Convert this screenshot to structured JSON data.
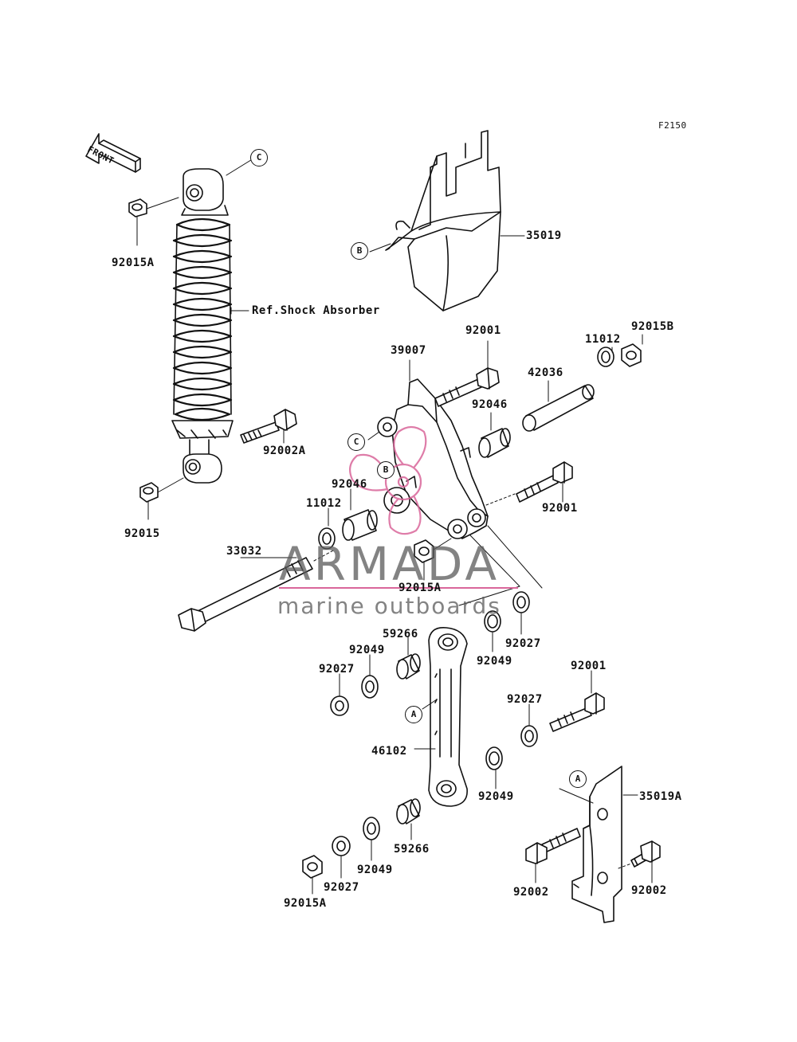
{
  "figure_code": "F2150",
  "front_arrow_text": "FRONT",
  "ref_note": "Ref.Shock Absorber",
  "callouts": {
    "a": "A",
    "b": "B",
    "c": "C"
  },
  "parts": {
    "p35019": "35019",
    "p35019A": "35019A",
    "p92001": "92001",
    "p92015A": "92015A",
    "p92015B": "92015B",
    "p92015": "92015",
    "p11012": "11012",
    "p39007": "39007",
    "p42036": "42036",
    "p92046": "92046",
    "p92002A": "92002A",
    "p33032": "33032",
    "p92027": "92027",
    "p92049": "92049",
    "p59266": "59266",
    "p46102": "46102",
    "p92002": "92002"
  },
  "watermark": {
    "title": "ARMADA",
    "subtitle": "marine outboards",
    "color": "#d9669a"
  }
}
